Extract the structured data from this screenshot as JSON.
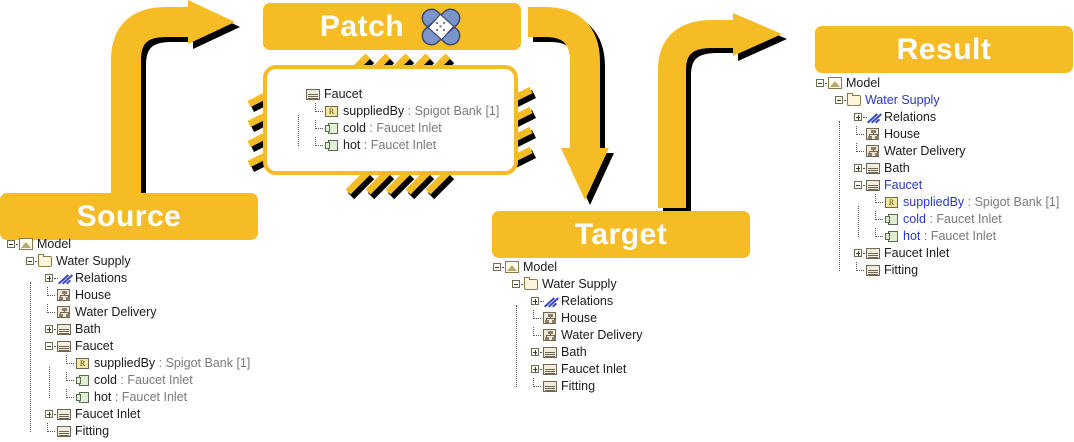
{
  "banners": {
    "source": "Source",
    "patch": "Patch",
    "target": "Target",
    "result": "Result"
  },
  "icons": {
    "bandaid": "bandaid-icon",
    "model": "model-icon",
    "folder": "folder-icon",
    "relations": "relations-icon",
    "diagram": "diagram-icon",
    "block": "block-icon",
    "property": "property-r-icon",
    "port": "port-icon",
    "arrow1": "curved-arrow-up-right-icon",
    "arrow2": "curved-arrow-right-down-icon",
    "arrow3": "curved-arrow-up-right-icon"
  },
  "colors": {
    "gold": "#F5BC26",
    "banner_text": "#FFFFFF",
    "tree_text": "#1B1B1B",
    "type_text": "#7A7A7A",
    "highlight_blue": "#2A37C8",
    "shadow": "#000000",
    "bandaid": "#7B94C9"
  },
  "source_tree": {
    "title": "Source",
    "rows": [
      {
        "depth": 0,
        "toggle": "minus",
        "icon": "model",
        "name": "Model",
        "type": "",
        "blue": false
      },
      {
        "depth": 1,
        "toggle": "minus",
        "icon": "folder",
        "name": "Water Supply",
        "type": "",
        "blue": false
      },
      {
        "depth": 2,
        "toggle": "plus",
        "icon": "relations",
        "name": "Relations",
        "type": "",
        "blue": false
      },
      {
        "depth": 2,
        "toggle": "leaf",
        "icon": "diagram",
        "name": "House",
        "type": "",
        "blue": false
      },
      {
        "depth": 2,
        "toggle": "leaf",
        "icon": "diagram",
        "name": "Water Delivery",
        "type": "",
        "blue": false
      },
      {
        "depth": 2,
        "toggle": "plus",
        "icon": "block",
        "name": "Bath",
        "type": "",
        "blue": false
      },
      {
        "depth": 2,
        "toggle": "minus",
        "icon": "block",
        "name": "Faucet",
        "type": "",
        "blue": false
      },
      {
        "depth": 3,
        "toggle": "leaf",
        "icon": "property",
        "name": "suppliedBy",
        "type": " : Spigot Bank [1]",
        "blue": false
      },
      {
        "depth": 3,
        "toggle": "leaf",
        "icon": "port",
        "name": "cold",
        "type": " : Faucet Inlet",
        "blue": false
      },
      {
        "depth": 3,
        "toggle": "leaf",
        "icon": "port",
        "name": "hot",
        "type": " : Faucet Inlet",
        "blue": false
      },
      {
        "depth": 2,
        "toggle": "plus",
        "icon": "block",
        "name": "Faucet Inlet",
        "type": "",
        "blue": false
      },
      {
        "depth": 2,
        "toggle": "leaf",
        "icon": "block",
        "name": "Fitting",
        "type": "",
        "blue": false
      }
    ]
  },
  "patch_tree": {
    "title": "Patch",
    "rows": [
      {
        "depth": 0,
        "toggle": "none",
        "icon": "block",
        "name": "Faucet",
        "type": "",
        "blue": false
      },
      {
        "depth": 1,
        "toggle": "leaf",
        "icon": "property",
        "name": "suppliedBy",
        "type": " : Spigot Bank [1]",
        "blue": false
      },
      {
        "depth": 1,
        "toggle": "leaf",
        "icon": "port",
        "name": "cold",
        "type": " : Faucet Inlet",
        "blue": false
      },
      {
        "depth": 1,
        "toggle": "leaf",
        "icon": "port",
        "name": "hot",
        "type": " : Faucet Inlet",
        "blue": false
      }
    ]
  },
  "target_tree": {
    "title": "Target",
    "rows": [
      {
        "depth": 0,
        "toggle": "minus",
        "icon": "model",
        "name": "Model",
        "type": "",
        "blue": false
      },
      {
        "depth": 1,
        "toggle": "minus",
        "icon": "folder",
        "name": "Water Supply",
        "type": "",
        "blue": false
      },
      {
        "depth": 2,
        "toggle": "plus",
        "icon": "relations",
        "name": "Relations",
        "type": "",
        "blue": false
      },
      {
        "depth": 2,
        "toggle": "leaf",
        "icon": "diagram",
        "name": "House",
        "type": "",
        "blue": false
      },
      {
        "depth": 2,
        "toggle": "leaf",
        "icon": "diagram",
        "name": "Water Delivery",
        "type": "",
        "blue": false
      },
      {
        "depth": 2,
        "toggle": "plus",
        "icon": "block",
        "name": "Bath",
        "type": "",
        "blue": false
      },
      {
        "depth": 2,
        "toggle": "plus",
        "icon": "block",
        "name": "Faucet Inlet",
        "type": "",
        "blue": false
      },
      {
        "depth": 2,
        "toggle": "leaf",
        "icon": "block",
        "name": "Fitting",
        "type": "",
        "blue": false
      }
    ]
  },
  "result_tree": {
    "title": "Result",
    "rows": [
      {
        "depth": 0,
        "toggle": "minus",
        "icon": "model",
        "name": "Model",
        "type": "",
        "blue": false
      },
      {
        "depth": 1,
        "toggle": "minus",
        "icon": "folder",
        "name": "Water Supply",
        "type": "",
        "blue": true
      },
      {
        "depth": 2,
        "toggle": "plus",
        "icon": "relations",
        "name": "Relations",
        "type": "",
        "blue": false
      },
      {
        "depth": 2,
        "toggle": "leaf",
        "icon": "diagram",
        "name": "House",
        "type": "",
        "blue": false
      },
      {
        "depth": 2,
        "toggle": "leaf",
        "icon": "diagram",
        "name": "Water Delivery",
        "type": "",
        "blue": false
      },
      {
        "depth": 2,
        "toggle": "plus",
        "icon": "block",
        "name": "Bath",
        "type": "",
        "blue": false
      },
      {
        "depth": 2,
        "toggle": "minus",
        "icon": "block",
        "name": "Faucet",
        "type": "",
        "blue": true
      },
      {
        "depth": 3,
        "toggle": "leaf",
        "icon": "property",
        "name": "suppliedBy",
        "type": " : Spigot Bank [1]",
        "blue": true
      },
      {
        "depth": 3,
        "toggle": "leaf",
        "icon": "port",
        "name": "cold",
        "type": " : Faucet Inlet",
        "blue": true
      },
      {
        "depth": 3,
        "toggle": "leaf",
        "icon": "port",
        "name": "hot",
        "type": " : Faucet Inlet",
        "blue": true
      },
      {
        "depth": 2,
        "toggle": "plus",
        "icon": "block",
        "name": "Faucet Inlet",
        "type": "",
        "blue": false
      },
      {
        "depth": 2,
        "toggle": "leaf",
        "icon": "block",
        "name": "Fitting",
        "type": "",
        "blue": false
      }
    ]
  }
}
